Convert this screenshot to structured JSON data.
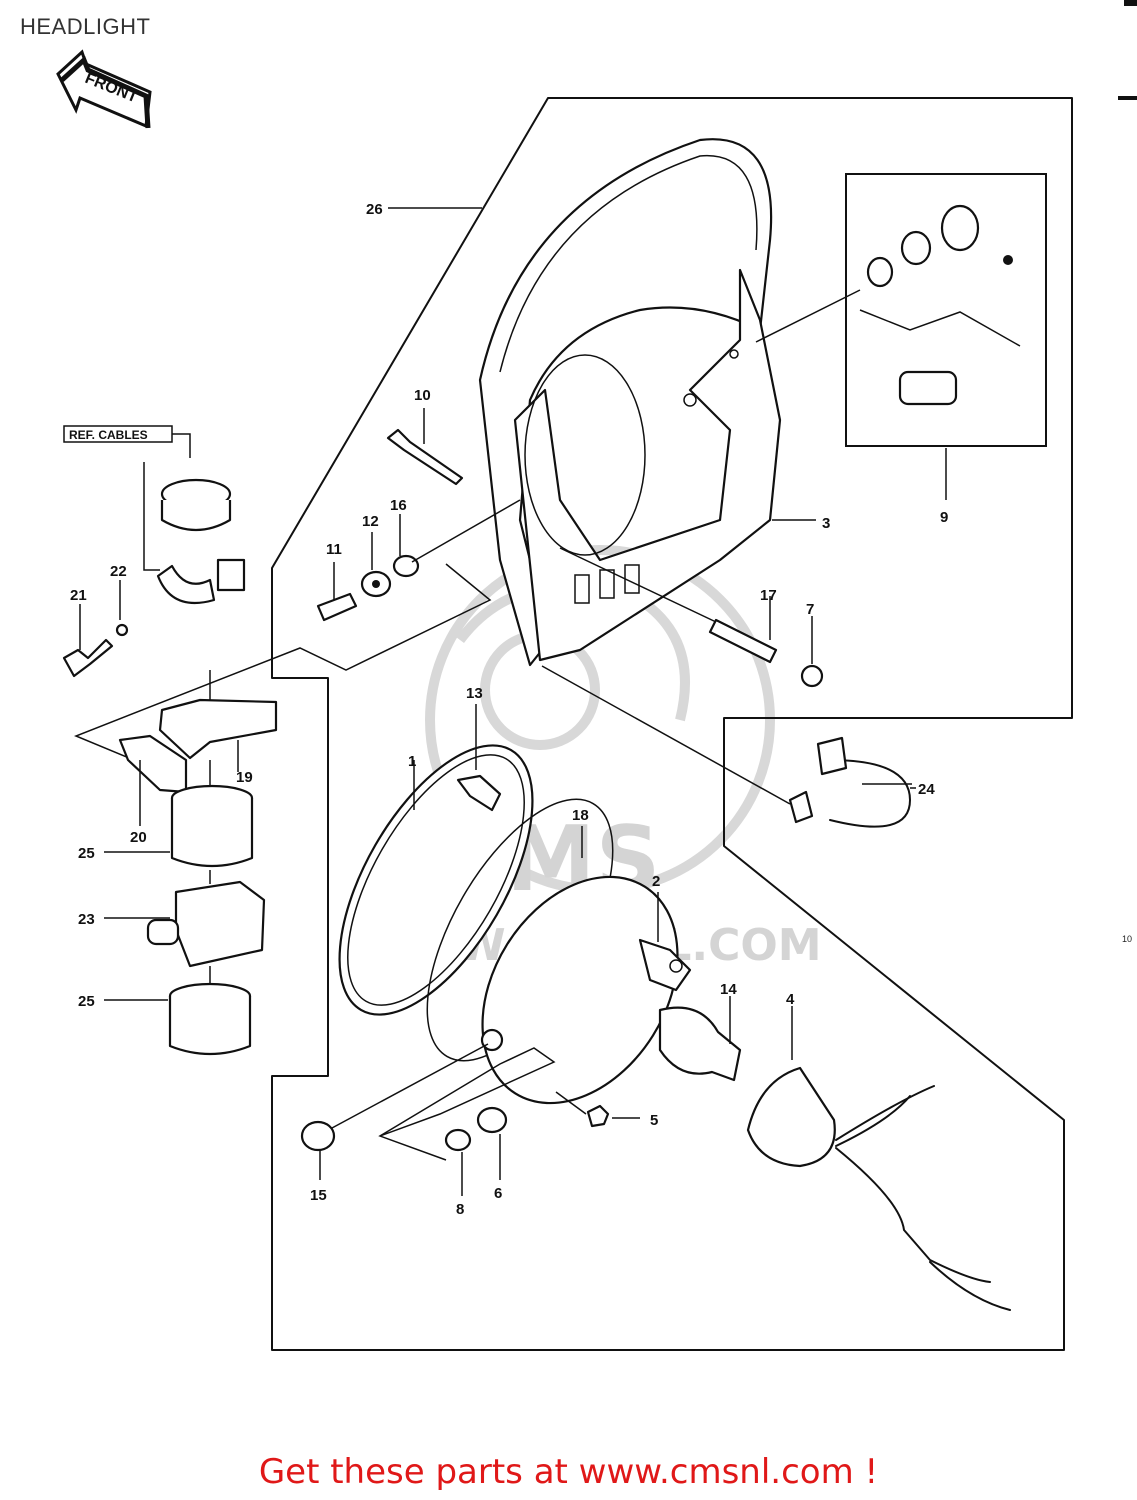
{
  "header": {
    "title": "HEADLIGHT"
  },
  "front_badge": {
    "text": "FRONT"
  },
  "ref_box": {
    "text": "REF. CABLES"
  },
  "watermark": {
    "text": "WWW.CMSNL.COM"
  },
  "side_note": "10",
  "footer": {
    "text": "Get these parts at www.cmsnl.com !",
    "color": "#e01818"
  },
  "callouts": [
    "1",
    "2",
    "3",
    "4",
    "5",
    "6",
    "7",
    "8",
    "9",
    "10",
    "11",
    "12",
    "13",
    "14",
    "15",
    "16",
    "17",
    "18",
    "19",
    "20",
    "21",
    "22",
    "23",
    "24",
    "25",
    "25",
    "26"
  ],
  "icons": [
    "front-arrow-icon",
    "cmsnl-watermark-logo"
  ]
}
